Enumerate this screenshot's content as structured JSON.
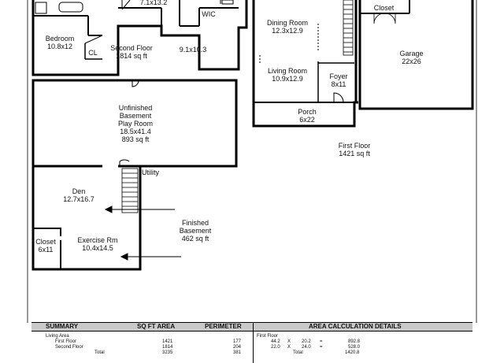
{
  "rooms": {
    "second_floor_top": "7.1x13.2",
    "wic": "WIC",
    "bedroom_name": "Bedroom",
    "bedroom_size": "10.8x12",
    "cl": "CL",
    "second_floor_name": "Second Floor",
    "second_floor_area": "1814 sq ft",
    "room_91": "9.1x10.3",
    "dining_name": "Dining Room",
    "dining_size": "12.3x12.9",
    "living_name": "Living Room",
    "living_size": "10.9x12.9",
    "foyer_name": "Foyer",
    "foyer_size": "8x11",
    "closet_top": "Closet",
    "garage_name": "Garage",
    "garage_size": "22x26",
    "porch_name": "Porch",
    "porch_size": "6x22",
    "first_floor_name": "First Floor",
    "first_floor_area": "1421 sq ft",
    "basement_l1": "Unfinished",
    "basement_l2": "Basement",
    "basement_l3": "Play Room",
    "basement_size": "18.5x41.4",
    "basement_area": "893 sq ft",
    "utility": "Utility",
    "den_name": "Den",
    "den_size": "12.7x16.7",
    "finished_l1": "Finished",
    "finished_l2": "Basement",
    "finished_area": "462 sq ft",
    "closet_name": "Closet",
    "closet_size": "6x11",
    "exercise_name": "Exercise Rm",
    "exercise_size": "10.4x14.5"
  },
  "summary": {
    "headers": [
      "SUMMARY",
      "SQ FT AREA",
      "PERIMETER",
      "AREA CALCULATION DETAILS"
    ],
    "section": "Living Area",
    "rows": [
      {
        "label": "First Floor",
        "area": "1421",
        "perimeter": "177"
      },
      {
        "label": "Second Floor",
        "area": "1814",
        "perimeter": "204"
      },
      {
        "label": "Total",
        "area": "3235",
        "perimeter": "381"
      }
    ],
    "details_title": "First Floor",
    "details": [
      {
        "a": "44.2",
        "op": "X",
        "b": "20.2",
        "eq": "=",
        "r": "892.8"
      },
      {
        "a": "22.0",
        "op": "X",
        "b": "24.0",
        "eq": "=",
        "r": "528.0"
      }
    ],
    "details_total_label": "Total",
    "details_total": "1420.8"
  }
}
